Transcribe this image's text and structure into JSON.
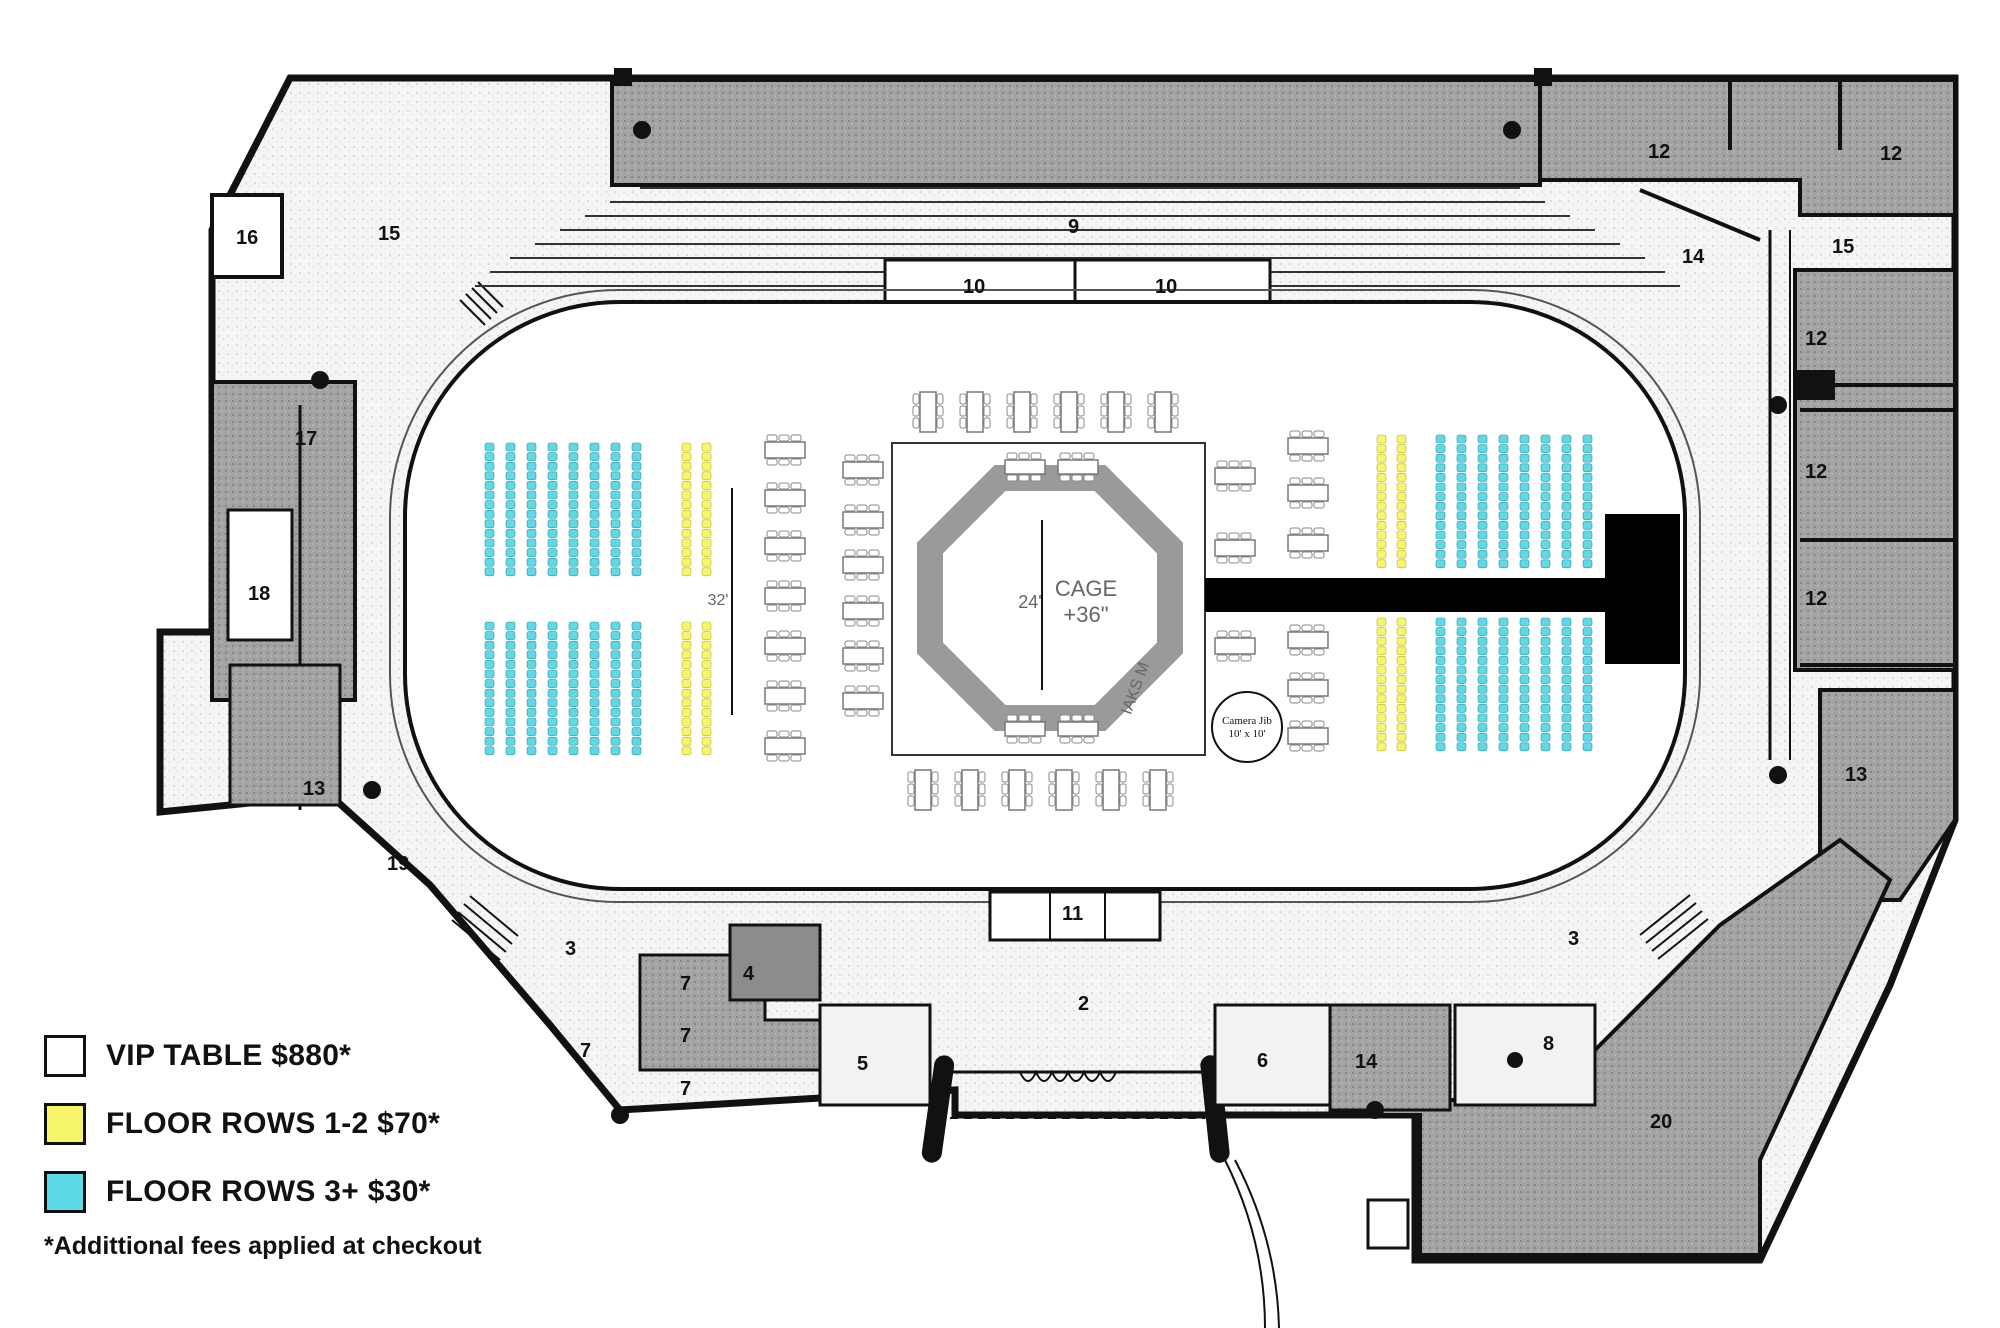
{
  "colors": {
    "vip": "#ffffff",
    "floor_front": "#f7f56b",
    "floor_rear": "#5ed9e6",
    "walls": "#111111",
    "rooms": "#9b9b9b",
    "stage": "#000000"
  },
  "rooms": {
    "r2": "2",
    "r3_left": "3",
    "r3_right": "3",
    "r4": "4",
    "r5": "5",
    "r6": "6",
    "r7a": "7",
    "r7b": "7",
    "r7c": "7",
    "r7d": "7",
    "r8": "8",
    "r9": "9",
    "r10a": "10",
    "r10b": "10",
    "r11": "11",
    "r12a": "12",
    "r12b": "12",
    "r12c": "12",
    "r12d": "12",
    "r12e": "12",
    "r13a": "13",
    "r13b": "13",
    "r14a": "14",
    "r14b": "14",
    "r15a": "15",
    "r15b": "15",
    "r16": "16",
    "r17": "17",
    "r18": "18",
    "r19": "19",
    "r20": "20"
  },
  "stage": {
    "cage_line1": "CAGE",
    "cage_line2": "+36\"",
    "dim_cage": "24'",
    "dim_rows": "32'",
    "ring_mark": "IAKS M",
    "camera_line1": "Camera Jib",
    "camera_line2": "10' x 10'"
  },
  "legend": {
    "vip": "VIP TABLE $880*",
    "floor_front": "FLOOR ROWS 1-2 $70*",
    "floor_rear": "FLOOR ROWS 3+ $30*"
  },
  "footnote": "*Addittional fees applied at checkout"
}
